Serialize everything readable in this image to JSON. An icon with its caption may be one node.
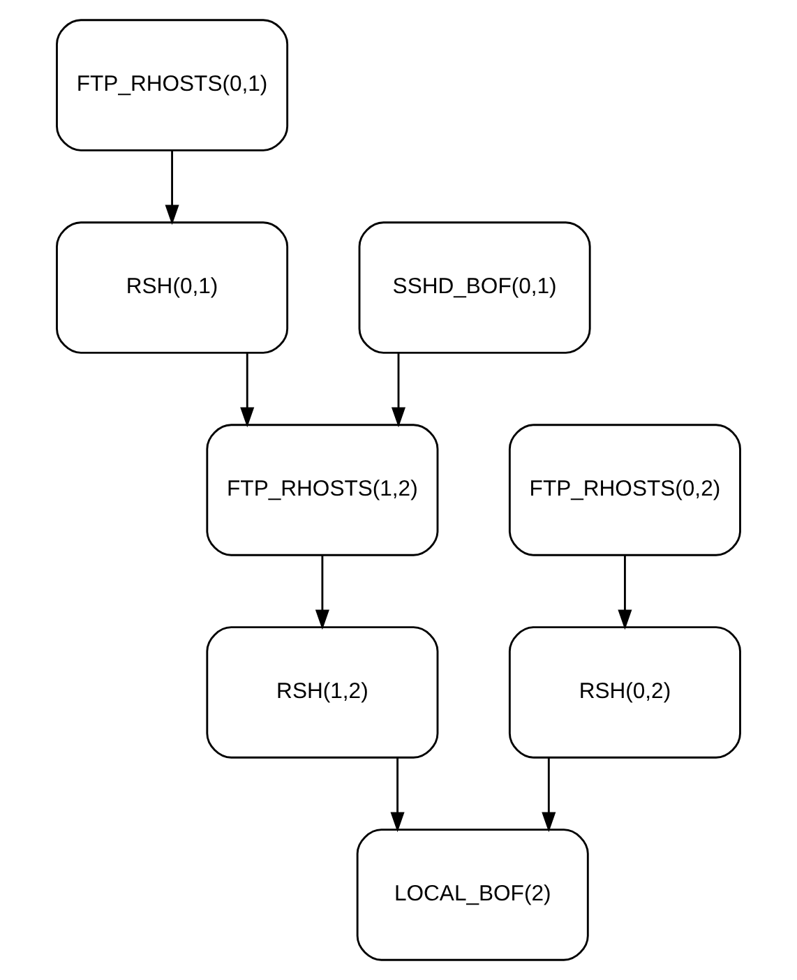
{
  "diagram": {
    "nodes": [
      {
        "text": [
          "FTP_RHOSTS(0,1)"
        ]
      },
      {
        "text": [
          "SSHD_BOF(0,1)"
        ]
      },
      {
        "text": [
          "RSH(0,1)"
        ]
      },
      {
        "text": [
          "FTP_RHOSTS(1,2)"
        ]
      },
      {
        "text": [
          "FTP_RHOSTS(0,2)"
        ]
      },
      {
        "text": [
          "RSH(1,2)"
        ]
      },
      {
        "text": [
          "RSH(0,2)"
        ]
      },
      {
        "text": [
          "LOCAL_BOF(2)"
        ]
      }
    ],
    "edges": [
      {
        "from": 0,
        "to": 2,
        "arrow": "to"
      },
      {
        "from": 1,
        "to": 3,
        "arrow": "to"
      },
      {
        "from": 2,
        "to": 3,
        "arrow": "to"
      },
      {
        "from": 3,
        "to": 5,
        "arrow": "to"
      },
      {
        "from": 4,
        "to": 6,
        "arrow": "to"
      },
      {
        "from": 5,
        "to": 7,
        "arrow": "to"
      },
      {
        "from": 6,
        "to": 7,
        "arrow": "to"
      }
    ]
  }
}
